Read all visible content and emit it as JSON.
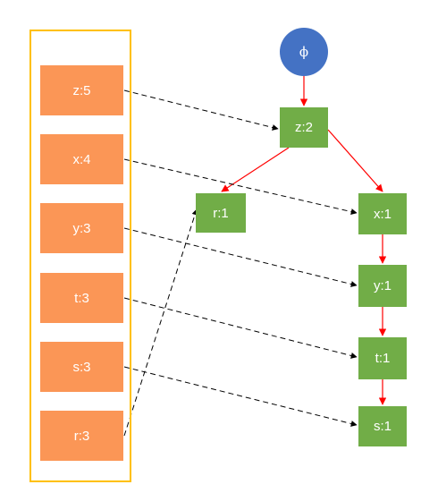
{
  "header_table": {
    "items": [
      {
        "label": "z:5"
      },
      {
        "label": "x:4"
      },
      {
        "label": "y:3"
      },
      {
        "label": "t:3"
      },
      {
        "label": "s:3"
      },
      {
        "label": "r:3"
      }
    ]
  },
  "tree": {
    "root": {
      "label": "ϕ",
      "color": "#4472c4"
    },
    "nodes": [
      {
        "label": "z:2"
      },
      {
        "label": "r:1"
      },
      {
        "label": "x:1"
      },
      {
        "label": "y:1"
      },
      {
        "label": "t:1"
      },
      {
        "label": "s:1"
      }
    ],
    "tree_edge_color": "#ff0000",
    "link_color": "#000000"
  },
  "colors": {
    "header_item": "#fb9656",
    "header_frame": "#ffc000",
    "tree_node": "#71ad47"
  }
}
